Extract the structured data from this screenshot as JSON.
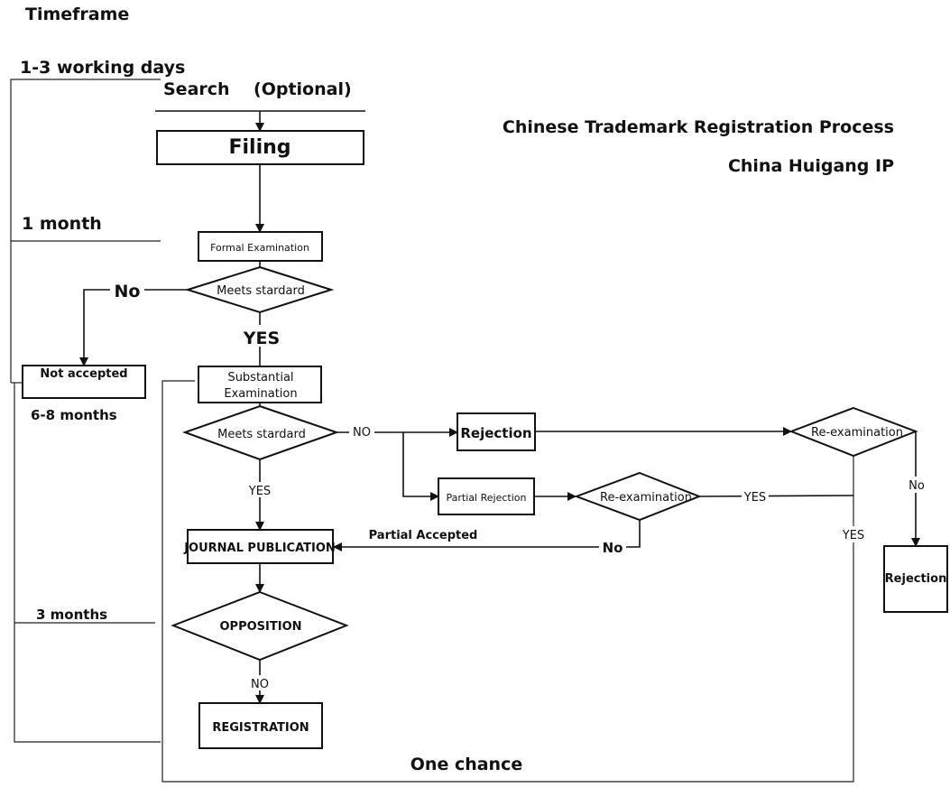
{
  "timeframe": {
    "heading": "Timeframe",
    "search_period": "1-3 working days",
    "formal_period": "1 month",
    "substantial_period": "6-8 months",
    "opposition_period": "3 months"
  },
  "title": {
    "main": "Chinese Trademark Registration Process",
    "company": "China Huigang IP"
  },
  "nodes": {
    "search": "Search    (Optional)",
    "filing": "Filing",
    "formal_exam": "Formal Examination",
    "meets_standard_1": "Meets stardard",
    "not_accepted": "Not accepted",
    "substantial_exam_line1": "Substantial",
    "substantial_exam_line2": "Examination",
    "meets_standard_2": "Meets stardard",
    "rejection": "Rejection",
    "re_exam_1": "Re-examination",
    "partial_rejection": "Partial Rejection",
    "re_exam_2": "Re-examination",
    "journal": "JOURNAL PUBLICATION",
    "opposition": "OPPOSITION",
    "registration": "REGISTRATION",
    "final_rejection": "Rejection"
  },
  "edges": {
    "no_1": "No",
    "yes_1": "YES",
    "no_2": "NO",
    "yes_2": "YES",
    "yes_3": "YES",
    "no_3": "No",
    "partial_accepted": "Partial Accepted",
    "no_4": "No",
    "yes_4": "YES",
    "no_5": "NO",
    "one_chance": "One chance"
  },
  "colors": {
    "ink": "#111111",
    "background": "#ffffff"
  }
}
